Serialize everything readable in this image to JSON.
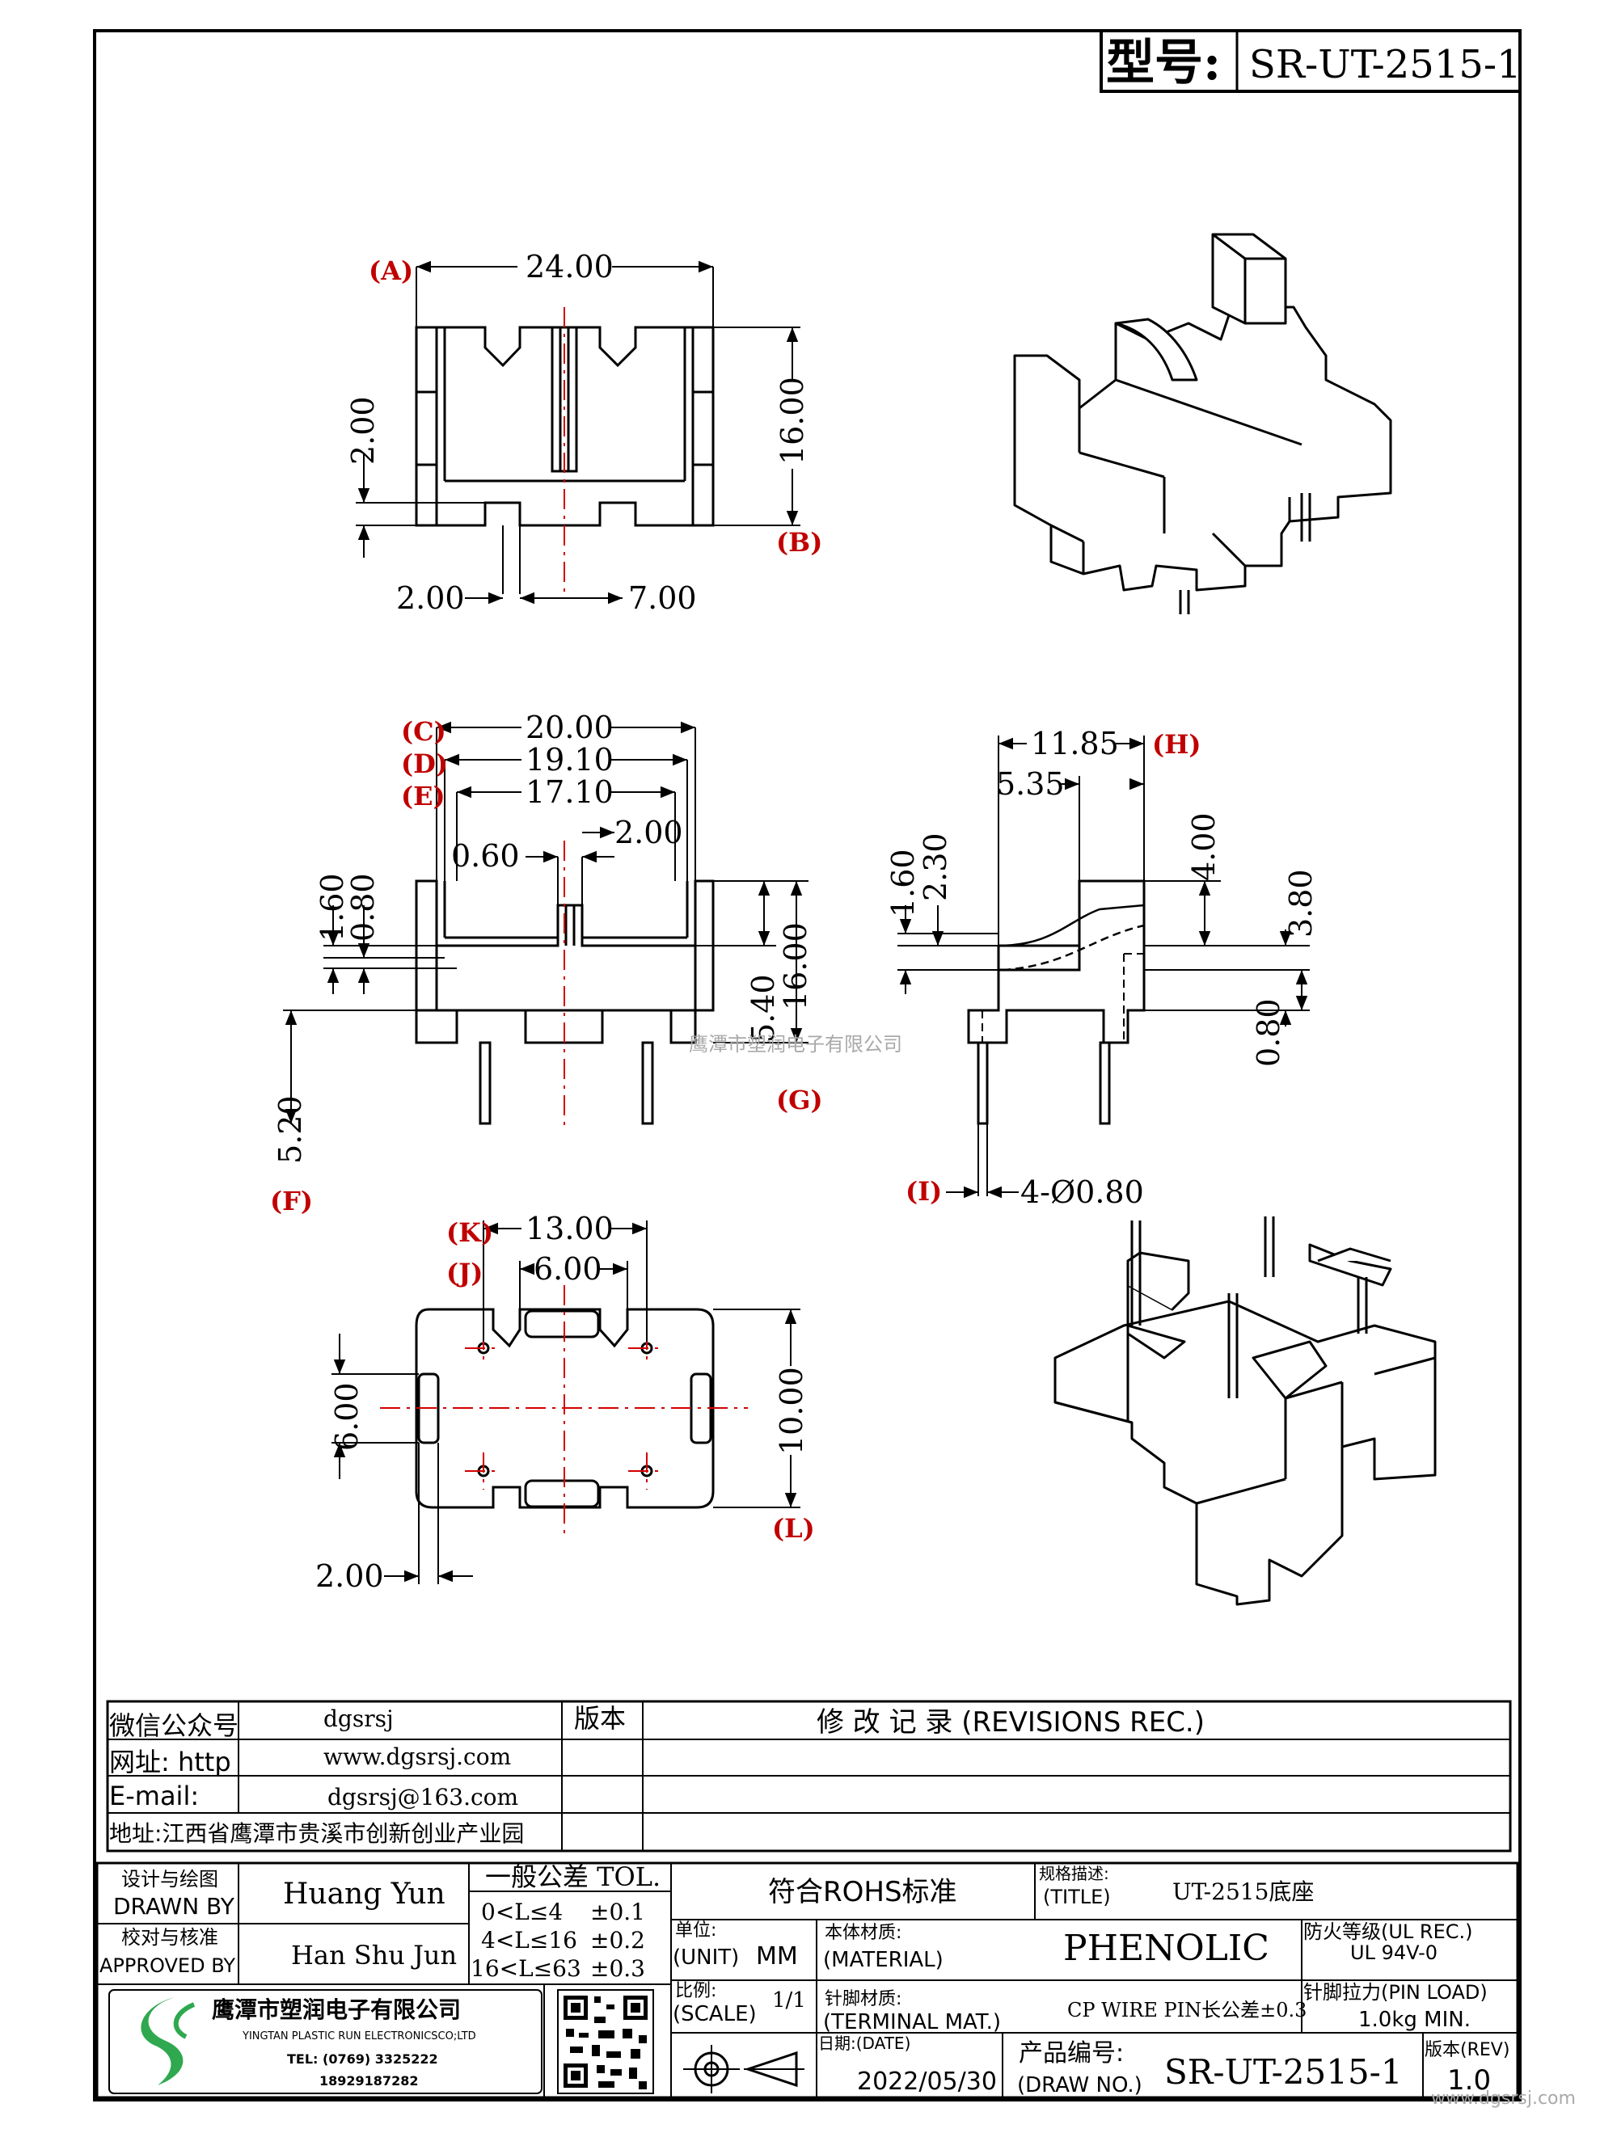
{
  "header": {
    "model_label": "型号:",
    "model_value": "SR-UT-2515-1"
  },
  "views": {
    "top_view": {
      "ref_a": "(A)",
      "ref_b": "(B)",
      "dim_width": "24.00",
      "dim_height": "16.00",
      "dim_left_depth": "2.00",
      "dim_bottom_left": "2.00",
      "dim_bottom_right": "7.00"
    },
    "front_view": {
      "ref_c": "(C)",
      "ref_d": "(D)",
      "ref_e": "(E)",
      "ref_f": "(F)",
      "ref_g": "(G)",
      "dim_c": "20.00",
      "dim_d": "19.10",
      "dim_e": "17.10",
      "dim_slot": "0.60",
      "dim_slot_gap": "2.00",
      "dim_flange1": "1.60",
      "dim_flange2": "0.80",
      "dim_inner_h": "5.40",
      "dim_total_h": "16.00",
      "dim_pin": "5.20"
    },
    "side_view": {
      "ref_h": "(H)",
      "ref_i": "(I)",
      "dim_h": "11.85",
      "dim_step": "5.35",
      "dim_a": "1.60",
      "dim_b": "2.30",
      "dim_c": "4.00",
      "dim_d": "3.80",
      "dim_e": "0.80",
      "dim_pin": "4-Ø0.80"
    },
    "bottom_view": {
      "ref_k": "(K)",
      "ref_j": "(J)",
      "ref_l": "(L)",
      "dim_pitch": "13.00",
      "dim_inner": "6.00",
      "dim_left": "6.00",
      "dim_height": "10.00",
      "dim_bottom": "2.00"
    }
  },
  "watermark": "鹰潭市塑润电子有限公司",
  "info_block": {
    "wechat_label": "微信公众号",
    "wechat_value": "dgsrsj",
    "web_label": "网址: http",
    "web_value": "www.dgsrsj.com",
    "email_label": "E-mail:",
    "email_value": "dgsrsj@163.com",
    "address": "地址:江西省鹰潭市贵溪市创新创业产业园",
    "version_header": "版本",
    "revisions_header": "修 改 记 录  (REVISIONS REC.)"
  },
  "title_block": {
    "drawn_cn": "设计与绘图",
    "drawn_en": "DRAWN BY",
    "drawn_name": "Huang Yun",
    "approved_cn": "校对与核准",
    "approved_en": "APPROVED BY",
    "approved_name": "Han Shu Jun",
    "tol_title": "一般公差 TOL.",
    "tol_rows": [
      {
        "range": "0<L≤4",
        "value": "±0.1"
      },
      {
        "range": "4<L≤16",
        "value": "±0.2"
      },
      {
        "range": "16<L≤63",
        "value": "±0.3"
      }
    ],
    "rohs": "符合ROHS标准",
    "title_cn": "规格描述:",
    "title_en": "(TITLE)",
    "title_value": "UT-2515底座",
    "unit_cn": "单位:",
    "unit_en": "(UNIT)",
    "unit_value": "MM",
    "material_cn": "本体材质:",
    "material_en": "(MATERIAL)",
    "material_value": "PHENOLIC",
    "fire_cn": "防火等级(UL REC.)",
    "fire_value": "UL 94V-0",
    "scale_cn": "比例:",
    "scale_en": "(SCALE)",
    "scale_value": "1/1",
    "terminal_cn": "针脚材质:",
    "terminal_en": "(TERMINAL MAT.)",
    "terminal_value": "CP WIRE  PIN长公差±0.3",
    "pin_load_cn": "针脚拉力(PIN LOAD)",
    "pin_load_value": "1.0kg MIN.",
    "date_cn": "日期:(DATE)",
    "date_value": "2022/05/30",
    "drawno_cn": "产品编号:",
    "drawno_en": "(DRAW NO.)",
    "drawno_value": "SR-UT-2515-1",
    "rev_cn": "版本(REV)",
    "rev_value": "1.0",
    "company_cn": "鹰潭市塑润电子有限公司",
    "company_en": "YINGTAN PLASTIC RUN ELECTRONICSCO;LTD",
    "tel": "TEL: (0769) 3325222",
    "mobile": "18929187282",
    "site_mark": "www.dgsrsj.com"
  },
  "colors": {
    "line": "#000000",
    "center_line": "#d40000",
    "ref_label": "#c00000",
    "logo_green": "#2fa84f"
  }
}
